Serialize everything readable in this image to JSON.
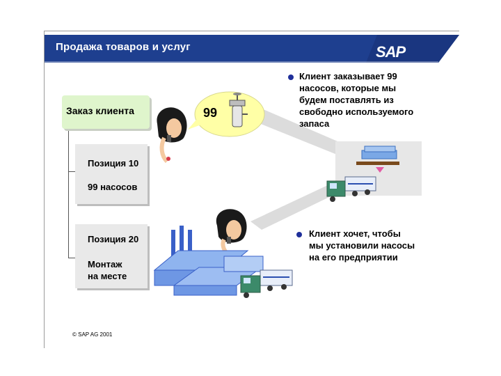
{
  "header": {
    "title": "Продажа товаров и услуг",
    "logo_text": "SAP",
    "bar_color": "#1e3f8f"
  },
  "order": {
    "label": "Заказ клиента"
  },
  "items": [
    {
      "line1": "Позиция 10",
      "line2": "99 насосов"
    },
    {
      "line1": "Позиция 20",
      "line2": "Монтаж",
      "line3": "на месте"
    }
  ],
  "bubble": {
    "quantity": "99"
  },
  "bullets": [
    {
      "lines": [
        "Клиент заказывает 99",
        "насосов, которые мы",
        "будем поставлять из",
        "свободно используемого",
        "запаса"
      ]
    },
    {
      "lines": [
        "Клиент хочет, чтобы",
        "мы установили насосы",
        "на его предприятии"
      ]
    }
  ],
  "footer": {
    "copyright": "© SAP AG 2001"
  },
  "icons": [
    "woman-on-phone-icon",
    "pump-icon",
    "warehouse-pallet-icon",
    "truck-icon",
    "factory-icon"
  ]
}
